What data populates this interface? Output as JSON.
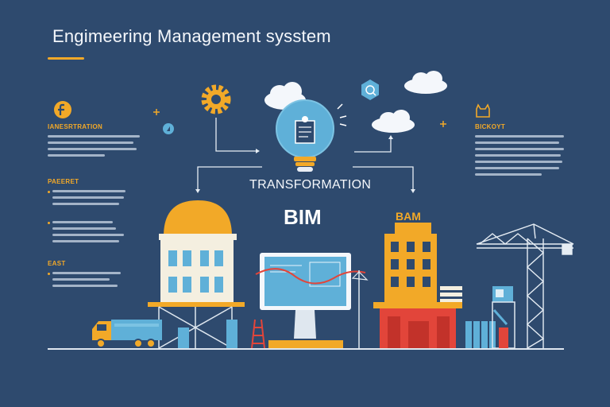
{
  "header": {
    "title": "Engimeering Management sysstem"
  },
  "left_panel": {
    "sections": [
      {
        "heading": "IANESRTRATION",
        "icon": "f-circle-icon"
      },
      {
        "heading": "PAEERET"
      },
      {
        "heading": "EAST"
      }
    ]
  },
  "right_panel": {
    "sections": [
      {
        "heading": "BICKOYT",
        "icon": "cat-outline-icon"
      }
    ]
  },
  "diagram": {
    "center_label": "TRANSFORMATION",
    "bim_label": "BIM",
    "bam_label": "BAM"
  },
  "colors": {
    "background": "#2e4a6e",
    "accent": "#f2a928",
    "light_blue": "#5fb0d8",
    "red": "#e2453a",
    "cream": "#f4efe0"
  }
}
